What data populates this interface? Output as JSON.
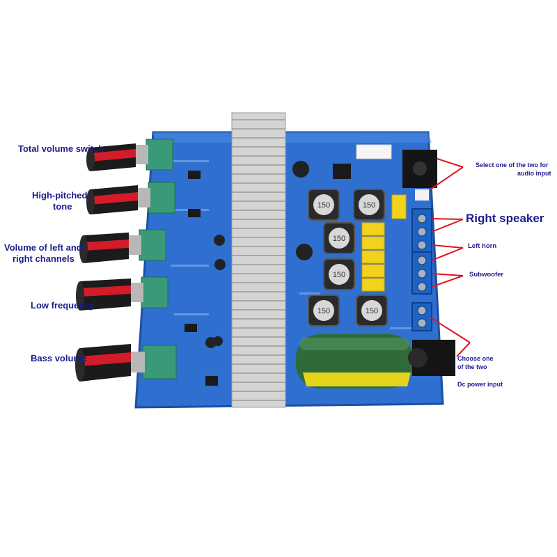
{
  "colors": {
    "pcb": "#2e6fd0",
    "pcb_dark": "#1d4fa3",
    "heatsink": "#d9d9d9",
    "knob_red": "#d41b2a",
    "knob_black": "#1b1b1b",
    "pot_green": "#3a9a78",
    "terminal_blue": "#1c63c8",
    "capacitor_green": "#2f6b3a",
    "label_text": "#1c1c8c",
    "arrow_red": "#e0141e"
  },
  "labels": {
    "total_volume": "Total volume switch",
    "high_pitched_1": "High-pitched",
    "high_pitched_2": "tone",
    "volume_lr_1": "Volume of left and",
    "volume_lr_2": "right channels",
    "low_frequency": "Low frequency",
    "bass_volume": "Bass volume",
    "select_input_1": "Select one of the two for",
    "select_input_2": "audio input",
    "right_speaker": "Right speaker",
    "left_horn": "Left horn",
    "subwoofer": "Subwoofer",
    "choose_one_1": "Choose one",
    "choose_one_2": "of the two",
    "dc_power": "Dc power input"
  },
  "board_marks": {
    "inductor": "150",
    "inductor_count": 6
  }
}
